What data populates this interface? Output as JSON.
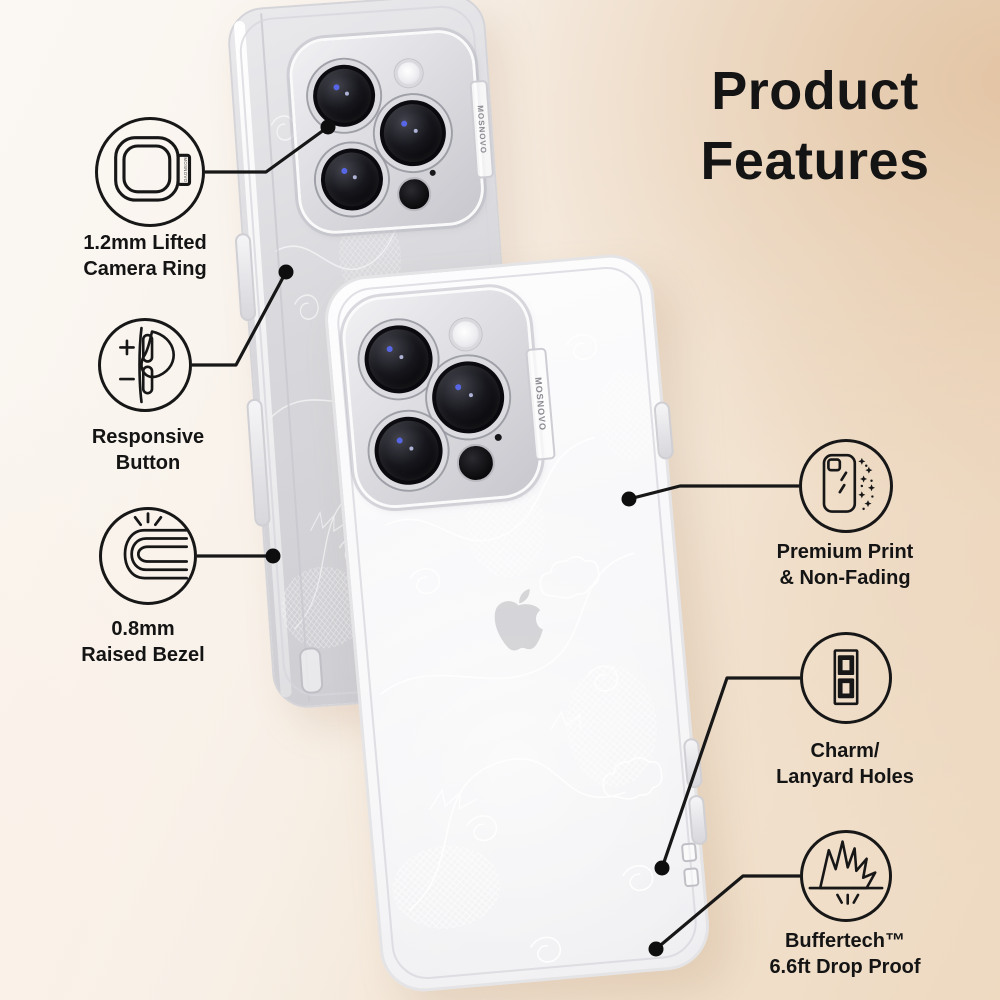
{
  "title": {
    "line1": "Product",
    "line2": "Features"
  },
  "brand_tab": "MOSNOVO",
  "colors": {
    "callout_line": "#171717",
    "text": "#141414",
    "background_peach": "#e6c9ab",
    "background_cream": "#faf6f0",
    "case_silver": "#cfcfd4"
  },
  "features": [
    {
      "id": "camera-ring",
      "icon": "camera-ring-icon",
      "label_lines": [
        "1.2mm Lifted",
        "Camera Ring"
      ]
    },
    {
      "id": "responsive-button",
      "icon": "volume-buttons-press-icon",
      "label_lines": [
        "Responsive",
        "Button"
      ]
    },
    {
      "id": "raised-bezel",
      "icon": "raised-bezel-icon",
      "label_lines": [
        "0.8mm",
        "Raised Bezel"
      ]
    },
    {
      "id": "premium-print",
      "icon": "phone-sparkles-icon",
      "label_lines": [
        "Premium Print",
        "& Non-Fading"
      ]
    },
    {
      "id": "charm-holes",
      "icon": "lanyard-holes-icon",
      "label_lines": [
        "Charm/",
        "Lanyard Holes"
      ]
    },
    {
      "id": "buffertech",
      "icon": "impact-absorb-icon",
      "label_lines": [
        "Buffertech™",
        "6.6ft Drop Proof"
      ]
    }
  ]
}
